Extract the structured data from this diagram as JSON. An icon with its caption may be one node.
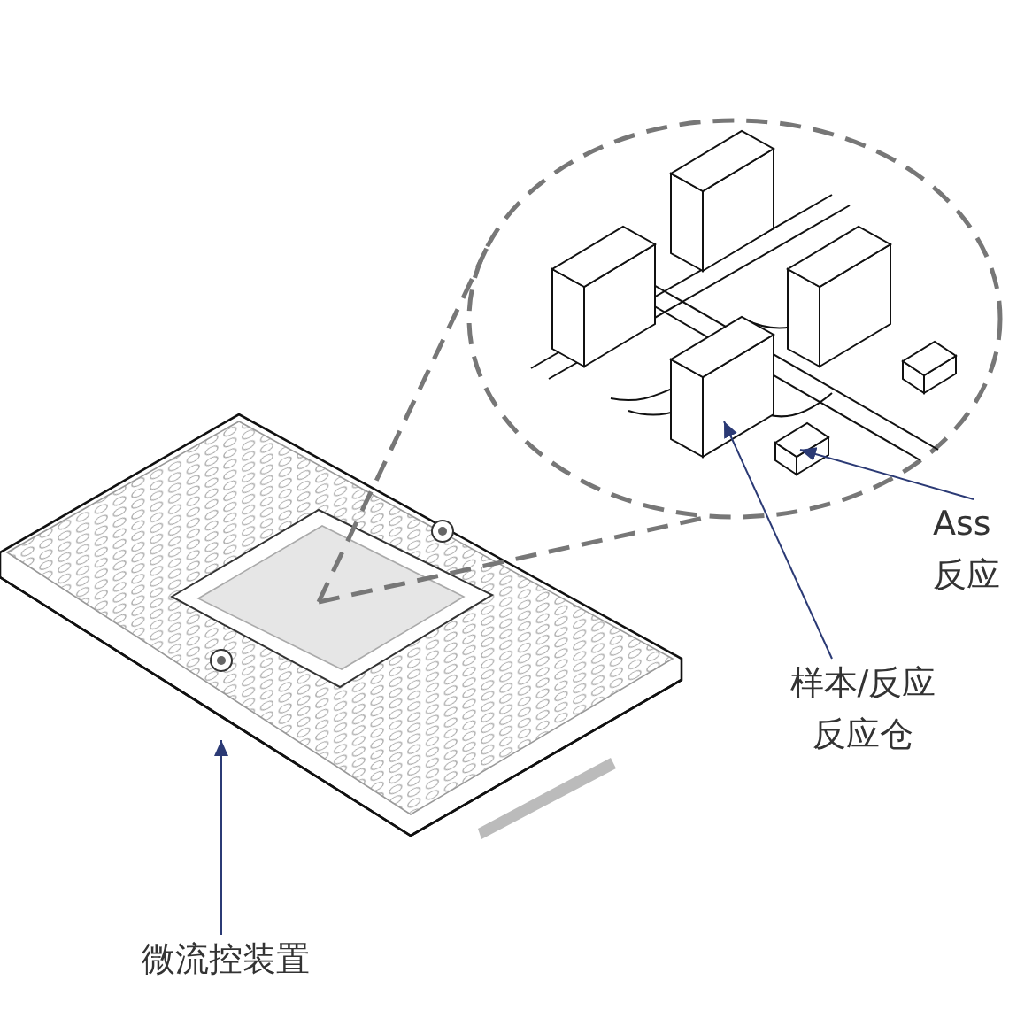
{
  "diagram": {
    "nodes": [
      {
        "text": [],
        "shape": "picture"
      },
      {
        "text": [
          "微流控装置"
        ]
      },
      {
        "text": [],
        "shape": "picture"
      },
      {
        "text": [],
        "shape": "box",
        "in": 2
      },
      {
        "text": [],
        "shape": "box",
        "in": 2
      },
      {
        "text": [
          "样本/反应",
          "反应仓"
        ]
      },
      {
        "text": [
          "Ass",
          "反应"
        ]
      }
    ],
    "edges": [
      {
        "from": 1,
        "to": 0,
        "arrow": "to"
      },
      {
        "from": 0,
        "to": 2,
        "arrow": "none",
        "style": "dashed",
        "color": "#777777"
      },
      {
        "from": 0,
        "to": 2,
        "arrow": "none",
        "style": "dashed",
        "color": "#777777"
      },
      {
        "from": 5,
        "to": 3,
        "arrow": "to"
      },
      {
        "from": 6,
        "to": 4,
        "arrow": "to"
      }
    ]
  }
}
